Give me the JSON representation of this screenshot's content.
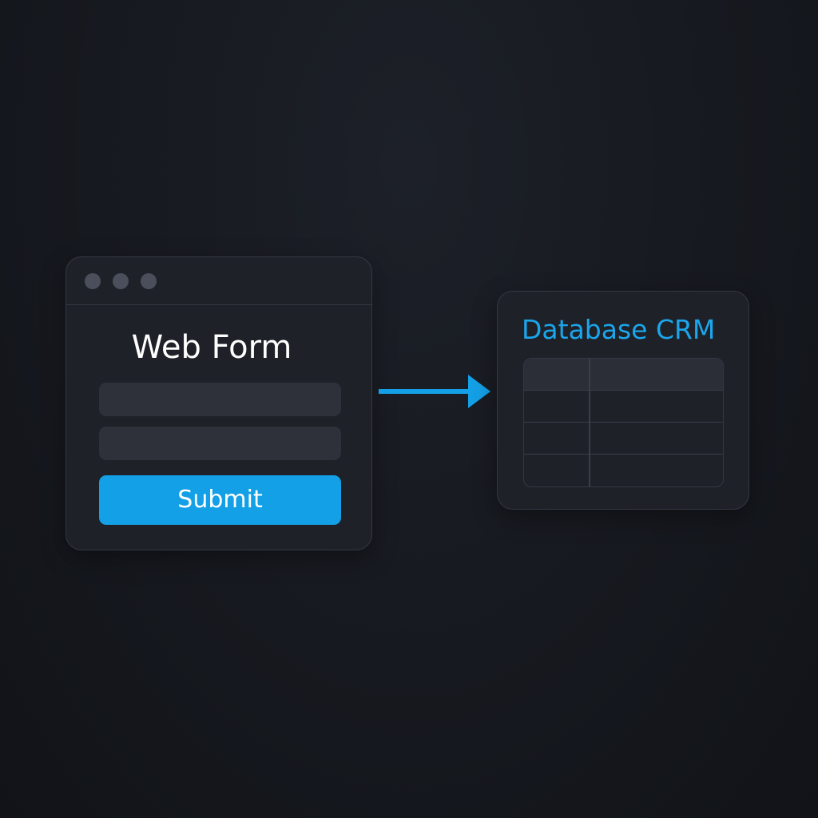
{
  "web_form": {
    "title": "Web Form",
    "submit_label": "Submit",
    "fields": [
      {
        "value": "",
        "placeholder": ""
      },
      {
        "value": "",
        "placeholder": ""
      }
    ]
  },
  "database": {
    "title": "Database CRM",
    "table": {
      "columns": 2,
      "body_rows": 3,
      "cells": [
        [
          "",
          ""
        ],
        [
          "",
          ""
        ],
        [
          "",
          ""
        ],
        [
          "",
          ""
        ]
      ]
    }
  },
  "colors": {
    "background": "#15181e",
    "panel": "#1e2128",
    "border": "#343843",
    "field": "#2e313a",
    "accent": "#14a0e6",
    "crm_title": "#1ba6ec",
    "window_dot": "#4a4f5b"
  },
  "icons": {
    "flow_arrow": "arrow-right-icon",
    "window_controls": "window-dot-icon"
  }
}
